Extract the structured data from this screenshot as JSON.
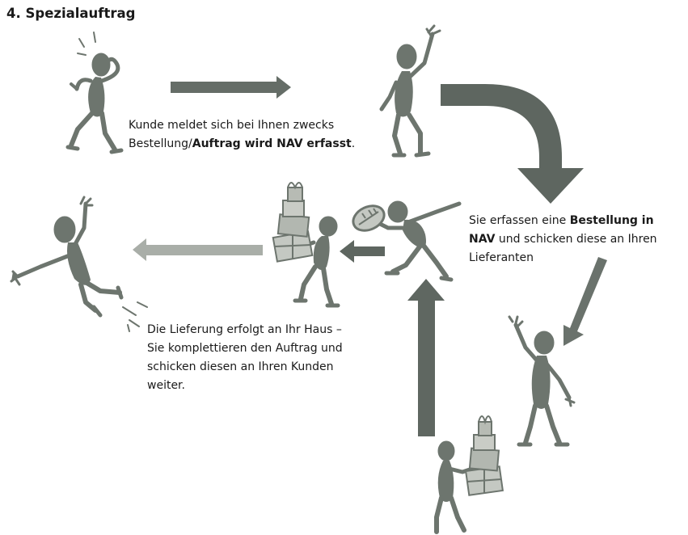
{
  "title": "4. Spezialauftrag",
  "steps": [
    {
      "text_a": "Kunde meldet sich bei Ihnen zwecks",
      "text_b": "Bestellung/",
      "text_bold": "Auftrag wird NAV erfasst",
      "text_c": "."
    },
    {
      "text_a": "Sie erfassen eine ",
      "text_bold_a": "Bestellung in",
      "text_bold_b": "NAV",
      "text_b": " und schicken diese an Ihren",
      "text_c": "Lieferanten"
    },
    {
      "text_a": "Die Lieferung erfolgt an Ihr Haus –",
      "text_b": "Sie komplettieren den Auftrag und",
      "text_c": "schicken diesen an Ihren Kunden",
      "text_d": "weiter."
    }
  ],
  "colors": {
    "figure": "#6d756e",
    "arrow_dark": "#5e6660",
    "arrow_light": "#a9aea8",
    "box": "#b8bcb5"
  }
}
